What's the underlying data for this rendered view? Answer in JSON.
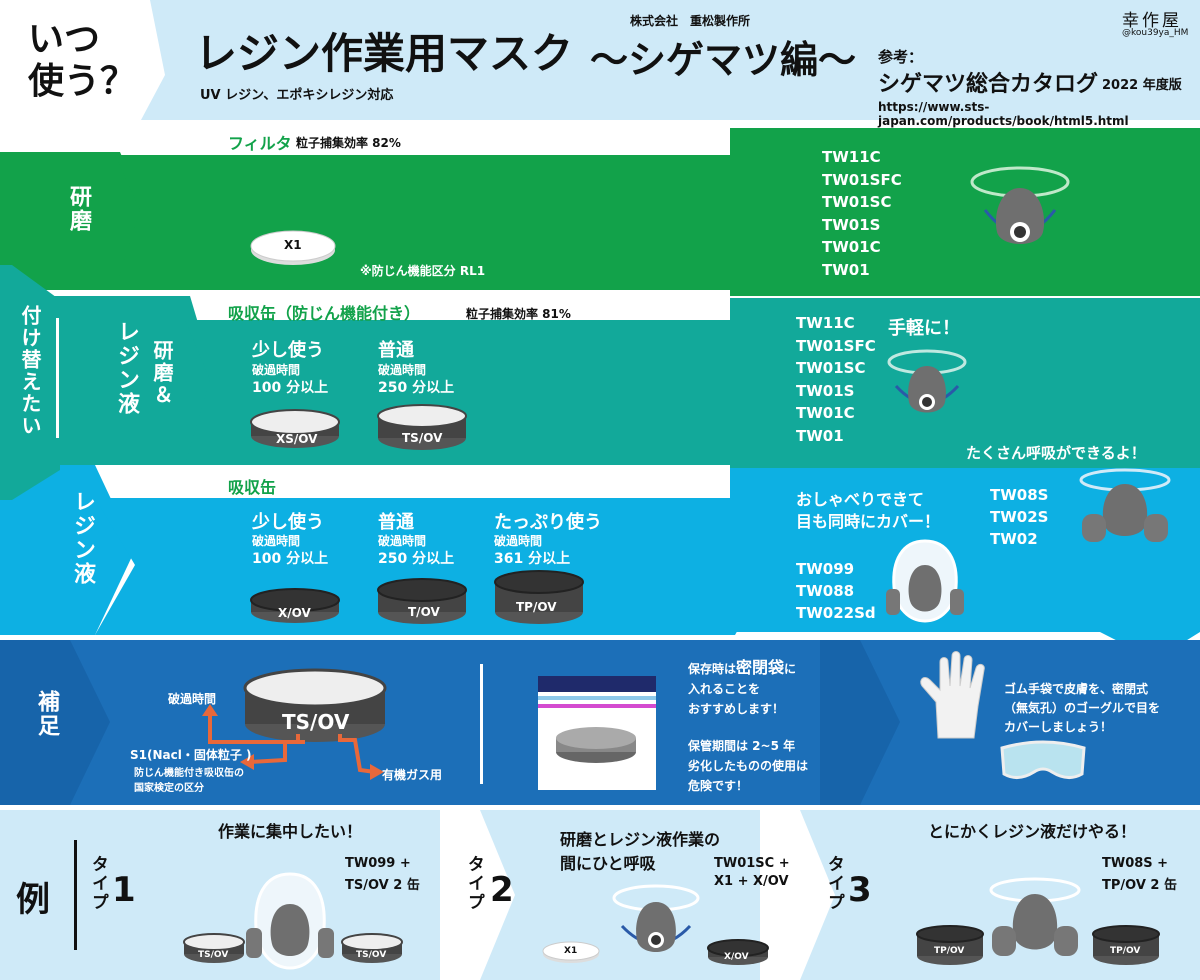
{
  "header": {
    "when_line1": "いつ",
    "when_line2": "使う？",
    "title": "レジン作業用マスク",
    "subtitle": "〜シゲマツ編〜",
    "maker": "株式会社　重松製作所",
    "support": "UV レジン、エポキシレジン対応",
    "ref_label": "参考：",
    "catalog_name": "シゲマツ総合カタログ",
    "catalog_year": "2022 年度版",
    "catalog_url": "https://www.sts-japan.com/products/book/html5.html",
    "author": "幸作屋",
    "author_handle": "@kou39ya_HM"
  },
  "sidebar": {
    "replace_label": "付け替えたい"
  },
  "row_grind": {
    "label": "研磨",
    "filter_title": "フィルタ",
    "efficiency": "粒子捕集効率 82%",
    "filter_name": "X1",
    "note": "※防じん機能区分 RL1",
    "models": [
      "TW11C",
      "TW01SFC",
      "TW01SC",
      "TW01S",
      "TW01C",
      "TW01"
    ]
  },
  "row_both": {
    "label_line1": "研磨＆",
    "label_line2": "レジン液",
    "can_title": "吸収缶（防じん機能付き）",
    "efficiency": "粒子捕集効率 81%",
    "breakthrough": "破過時間",
    "options": [
      {
        "usage": "少し使う",
        "time": "100 分以上",
        "can": "XS/OV"
      },
      {
        "usage": "普通",
        "time": "250 分以上",
        "can": "TS/OV"
      }
    ],
    "models": [
      "TW11C",
      "TW01SFC",
      "TW01SC",
      "TW01S",
      "TW01C",
      "TW01"
    ],
    "callout": "手軽に！"
  },
  "row_resin": {
    "label": "レジン液",
    "can_title": "吸収缶",
    "breakthrough": "破過時間",
    "options": [
      {
        "usage": "少し使う",
        "time": "100 分以上",
        "can": "X/OV"
      },
      {
        "usage": "普通",
        "time": "250 分以上",
        "can": "T/OV"
      },
      {
        "usage": "たっぷり使う",
        "time": "361 分以上",
        "can": "TP/OV"
      }
    ],
    "callout_a_line1": "おしゃべりできて",
    "callout_a_line2": "目も同時にカバー！",
    "models_a": [
      "TW099",
      "TW088",
      "TW022Sd"
    ],
    "callout_b": "たくさん呼吸ができるよ！",
    "models_b": [
      "TW08S",
      "TW02S",
      "TW02"
    ]
  },
  "supplement": {
    "label": "補足",
    "diagram_can": "TS/OV",
    "lbl_break": "破過時間",
    "lbl_s1": "S1(Nacl・固体粒子 )",
    "lbl_s1_sub1": "防じん機能付き吸収缶の",
    "lbl_s1_sub2": "国家検定の区分",
    "lbl_gas": "有機ガス用",
    "storage_pre": "保存時は",
    "storage_em": "密閉袋",
    "storage_post": "に",
    "storage_l2": "入れることを",
    "storage_l3": "おすすめします！",
    "period_l1": "保管期間は 2~5 年",
    "period_l2": "劣化したものの使用は",
    "period_l3": "危険です！",
    "glove_l1": "ゴム手袋で皮膚を、密閉式",
    "glove_l2": "（無気孔）のゴーグルで目を",
    "glove_l3": "カバーしましょう！"
  },
  "examples": {
    "label": "例",
    "type_word": "タイプ",
    "types": [
      {
        "num": "1",
        "title": "作業に集中したい！",
        "combo_l1": "TW099 +",
        "combo_l2": "TS/OV 2 缶",
        "cans": [
          "TS/OV",
          "TS/OV"
        ]
      },
      {
        "num": "2",
        "title_l1": "研磨とレジン液作業の",
        "title_l2": "間にひと呼吸",
        "combo_l1": "TW01SC +",
        "combo_l2": "X1 + X/OV",
        "cans": [
          "X1",
          "X/OV"
        ]
      },
      {
        "num": "3",
        "title": "とにかくレジン液だけやる！",
        "combo_l1": "TW08S +",
        "combo_l2": "TP/OV 2 缶",
        "cans": [
          "TP/OV",
          "TP/OV"
        ]
      }
    ]
  },
  "colors": {
    "light_blue": "#cfeaf8",
    "green": "#12a24a",
    "teal": "#12a99a",
    "cyan": "#0db0e3",
    "navy": "#1c6fb8",
    "arrow_text_green": "#12a24a",
    "orange": "#e8683a"
  }
}
